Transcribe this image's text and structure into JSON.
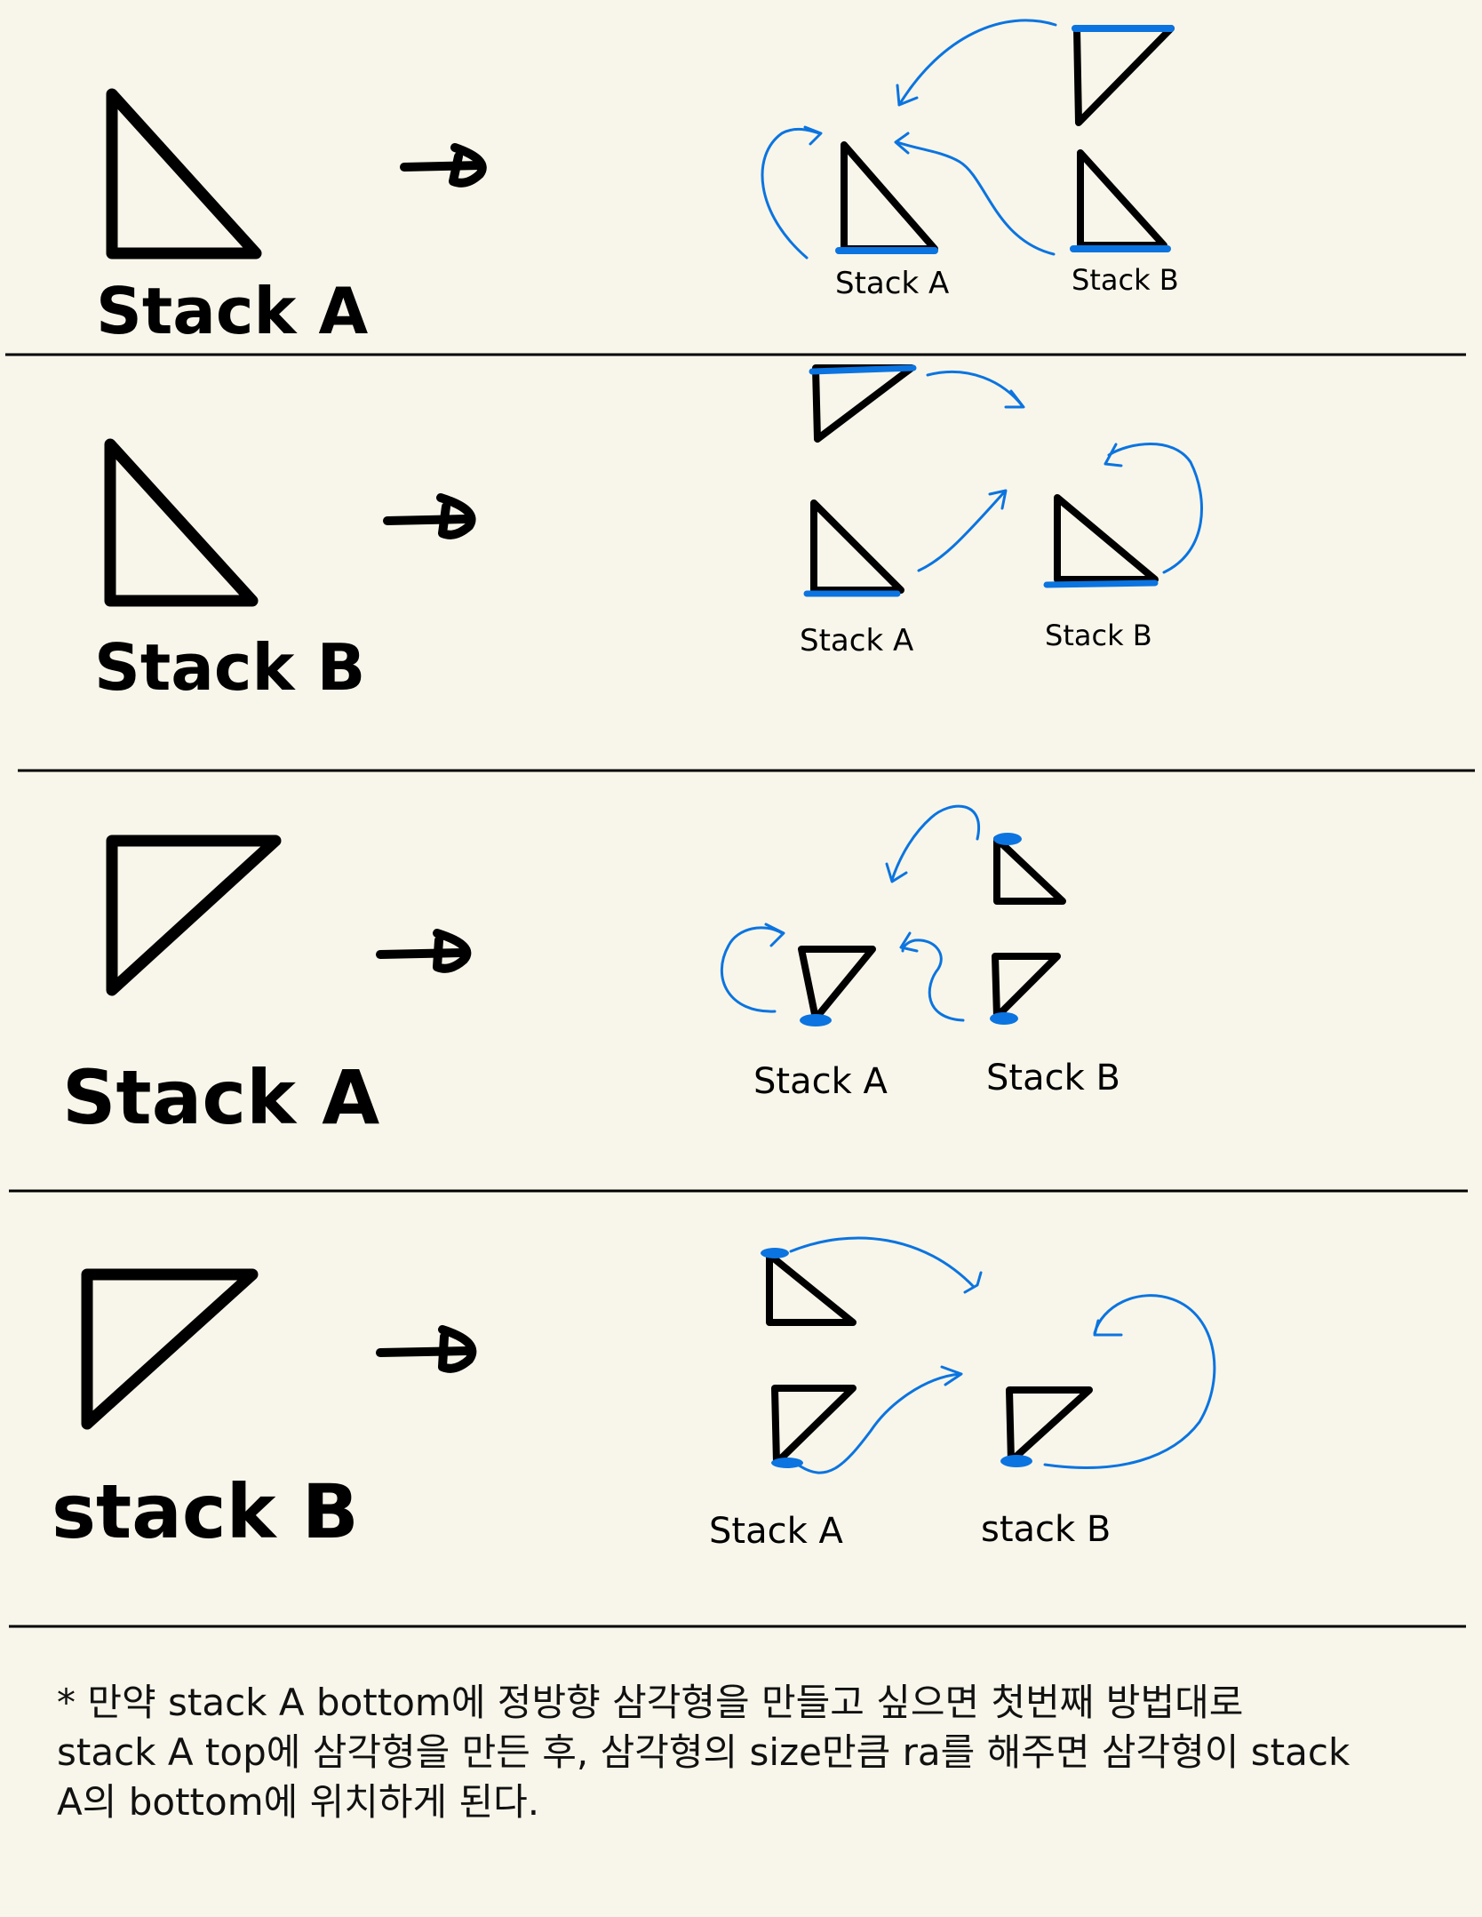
{
  "colors": {
    "background": "#f8f6ea",
    "ink": "#000000",
    "highlight": "#0b74e0"
  },
  "panels": [
    {
      "big_label": "Stack A",
      "small_labels": [
        "Stack A",
        "Stack B"
      ]
    },
    {
      "big_label": "Stack B",
      "small_labels": [
        "Stack A",
        "Stack B"
      ]
    },
    {
      "big_label": "Stack A",
      "small_labels": [
        "Stack A",
        "Stack B"
      ]
    },
    {
      "big_label": "stack B",
      "small_labels": [
        "Stack A",
        "stack B"
      ]
    }
  ],
  "note": {
    "lines": [
      "* 만약 stack A bottom에 정방향 삼각형을 만들고 싶으면 첫번째 방법대로",
      "stack A top에 삼각형을 만든 후, 삼각형의 size만큼 ra를 해주면 삼각형이 stack",
      "A의 bottom에 위치하게 된다."
    ]
  }
}
